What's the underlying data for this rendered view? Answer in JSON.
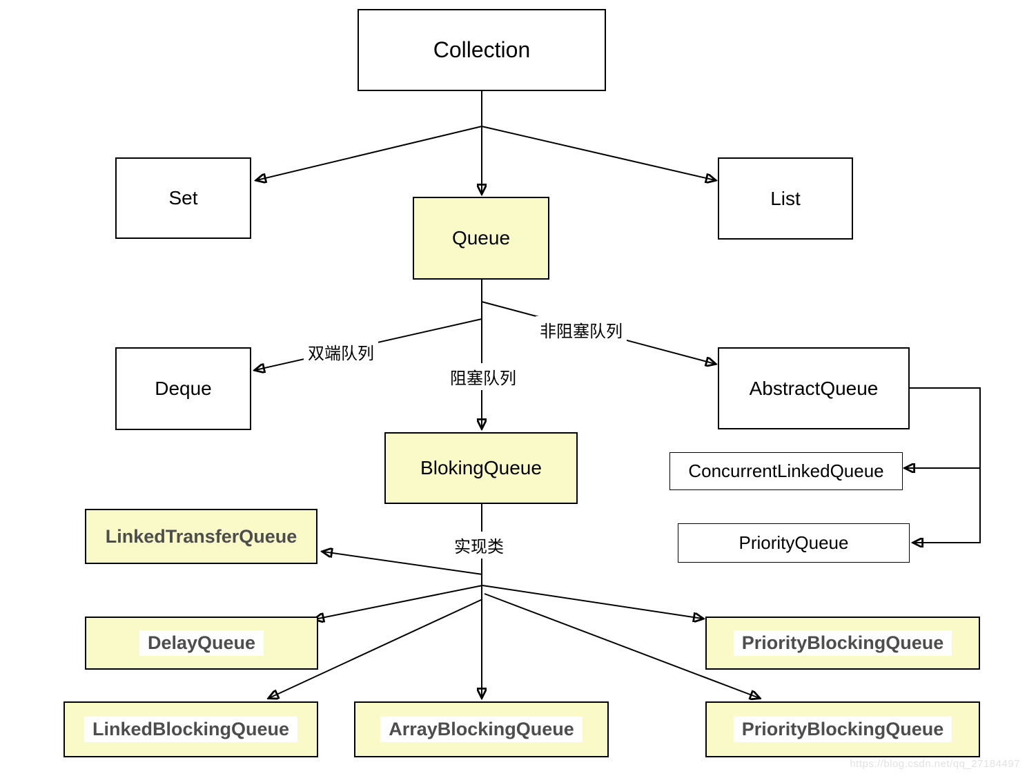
{
  "diagram": {
    "nodes": {
      "collection": {
        "label": "Collection"
      },
      "set": {
        "label": "Set"
      },
      "queue": {
        "label": "Queue"
      },
      "list": {
        "label": "List"
      },
      "deque": {
        "label": "Deque"
      },
      "abstract_queue": {
        "label": "AbstractQueue"
      },
      "bloking_queue": {
        "label": "BlokingQueue"
      },
      "concurrent_linked_queue": {
        "label": "ConcurrentLinkedQueue"
      },
      "priority_queue": {
        "label": "PriorityQueue"
      },
      "linked_transfer_queue": {
        "label": "LinkedTransferQueue"
      },
      "delay_queue": {
        "label": "DelayQueue"
      },
      "priority_blocking_queue_mid": {
        "label": "PriorityBlockingQueue"
      },
      "linked_blocking_queue": {
        "label": "LinkedBlockingQueue"
      },
      "array_blocking_queue": {
        "label": "ArrayBlockingQueue"
      },
      "priority_blocking_queue_bottom": {
        "label": "PriorityBlockingQueue"
      }
    },
    "edge_labels": {
      "deque_branch": "双端队列",
      "blocking_branch": "阻塞队列",
      "non_blocking_branch": "非阻塞队列",
      "implementation": "实现类"
    },
    "colors": {
      "highlight_fill": "#FAFAC8",
      "box_border": "#000000",
      "impl_text": "#4D4D4D",
      "line": "#000000",
      "watermark_text": "#E2E2E2"
    },
    "watermark": "https://blog.csdn.net/qq_27184497"
  }
}
